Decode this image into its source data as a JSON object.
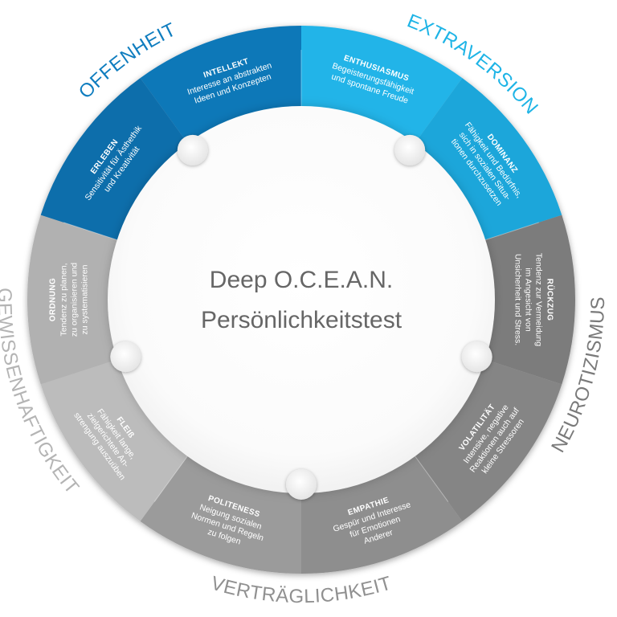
{
  "center": {
    "title_line1": "Deep O.C.E.A.N.",
    "title_line2": "Persönlichkeitstest"
  },
  "dimensions": [
    {
      "label": "OFFENHEIT",
      "color": "#0f7dbf"
    },
    {
      "label": "EXTRAVERSION",
      "color": "#1eb4e6"
    },
    {
      "label": "NEUROTIZISMUS",
      "color": "#7a7a7a"
    },
    {
      "label": "VERTRÄGLICHKEIT",
      "color": "#909090"
    },
    {
      "label": "GEWISSENHAFTIGKEIT",
      "color": "#b4b4b4"
    }
  ],
  "facets": [
    {
      "title": "INTELLEKT",
      "lines": [
        "Interesse an abstrakten",
        "Ideen und Konzepten"
      ],
      "color": "#0f78b8"
    },
    {
      "title": "ENTHUSIASMUS",
      "lines": [
        "Begeisterungsfähigkeit",
        "und spontane Freude"
      ],
      "color": "#21b4e8"
    },
    {
      "title": "DOMINANZ",
      "lines": [
        "Fähigkeit und Bedürfnis,",
        "sich in sozialen Situa-",
        "tionen durchzusetzen"
      ],
      "color": "#1aa6da"
    },
    {
      "title": "RÜCKZUG",
      "lines": [
        "Tendenz zur Vermeidung",
        "im Angesicht von",
        "Unsicherheit und Stress."
      ],
      "color": "#7b7b7b"
    },
    {
      "title": "VOLATILITÄT",
      "lines": [
        "Intensive, negative",
        "Reaktionen auch auf",
        "kleine Stressoren"
      ],
      "color": "#858585"
    },
    {
      "title": "EMPATHIE",
      "lines": [
        "Gespür und Interesse",
        "für Emotionen",
        "Anderer"
      ],
      "color": "#8e8e8e"
    },
    {
      "title": "POLITENESS",
      "lines": [
        "Neigung sozialen",
        "Normen und Regeln",
        "zu folgen"
      ],
      "color": "#9b9b9b"
    },
    {
      "title": "FLEIß",
      "lines": [
        "Fähigkeit lange,",
        "zielgerichtete An-",
        "strengung auszuüben"
      ],
      "color": "#bcbcbc"
    },
    {
      "title": "ORDNUNG",
      "lines": [
        "Tendenz zu planen,",
        "zu organisieren und",
        "zu systematisieren"
      ],
      "color": "#b1b1b1"
    },
    {
      "title": "ERLEBEN",
      "lines": [
        "Sensitivität für Ästhethik",
        "und Kreativität"
      ],
      "color": "#0d6eab"
    }
  ]
}
